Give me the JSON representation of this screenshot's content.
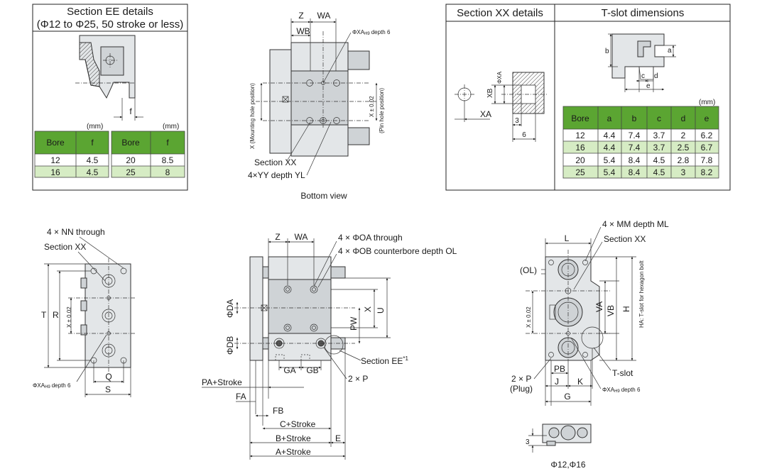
{
  "section_ee": {
    "title_line1": "Section EE details",
    "title_line2": "(Φ12 to Φ25, 50 stroke or less)",
    "dim_f": "f",
    "unit_left": "(mm)",
    "unit_right": "(mm)",
    "headers": [
      "Bore",
      "f"
    ],
    "rows_left": [
      [
        "12",
        "4.5"
      ],
      [
        "16",
        "4.5"
      ]
    ],
    "rows_right": [
      [
        "20",
        "8.5"
      ],
      [
        "25",
        "8"
      ]
    ]
  },
  "bottom_view": {
    "caption": "Bottom view",
    "dim_z": "Z",
    "dim_wa": "WA",
    "dim_wb": "WB",
    "xa_label": "ΦXA",
    "xa_tol": "H9",
    "xa_depth": "depth 6",
    "x_mount": "X (Mounting hole position)",
    "x_pin": "X ± 0.02",
    "x_pin2": "(Pin hole position)",
    "section_xx": "Section XX",
    "yy_label": "4×YY depth YL"
  },
  "section_xx_details": {
    "title": "Section XX details",
    "dim_xb": "XB",
    "dim_xa": "XA",
    "dim_xa_phi": "ΦXA",
    "dim_3": "3",
    "dim_6": "6"
  },
  "tslot": {
    "title": "T-slot dimensions",
    "dim_a": "a",
    "dim_b": "b",
    "dim_c": "c",
    "dim_d": "d",
    "dim_e": "e",
    "unit": "(mm)",
    "headers": [
      "Bore",
      "a",
      "b",
      "c",
      "d",
      "e"
    ],
    "rows": [
      [
        "12",
        "4.4",
        "7.4",
        "3.7",
        "2",
        "6.2"
      ],
      [
        "16",
        "4.4",
        "7.4",
        "3.7",
        "2.5",
        "6.7"
      ],
      [
        "20",
        "5.4",
        "8.4",
        "4.5",
        "2.8",
        "7.8"
      ],
      [
        "25",
        "5.4",
        "8.4",
        "4.5",
        "3",
        "8.2"
      ]
    ]
  },
  "left_view": {
    "nn": "4 × NN through",
    "section_xx": "Section XX",
    "dim_t": "T",
    "dim_r": "R",
    "dim_x": "X ± 0.02",
    "dim_q": "Q",
    "dim_s": "S",
    "xa_label": "ΦXA",
    "xa_tol": "H9",
    "xa_depth": "depth 6"
  },
  "front_view": {
    "dim_z": "Z",
    "dim_wa": "WA",
    "oa": "4 × ΦOA through",
    "ob": "4 × ΦOB counterbore depth OL",
    "dim_da": "ΦDA",
    "dim_db": "ΦDB",
    "dim_x": "X",
    "dim_u": "U",
    "dim_pw": "PW",
    "section_ee": "Section EE",
    "section_ee_note": "*1",
    "dim_ga": "GA",
    "dim_gb": "GB",
    "dim_p": "2 × P",
    "pa": "PA+Stroke",
    "fa": "FA",
    "fb": "FB",
    "c": "C+Stroke",
    "b": "B+Stroke",
    "e": "E",
    "a": "A+Stroke"
  },
  "right_view": {
    "mm": "4 × MM depth ML",
    "dim_l": "L",
    "section_xx": "Section XX",
    "ol": "(OL)",
    "dim_x": "X ± 0.02",
    "dim_va": "VA",
    "dim_vb": "VB",
    "dim_h": "H",
    "ha": "HA: T-slot for hexagon bolt",
    "tslot": "T-slot",
    "p": "2 × P",
    "plug": "(Plug)",
    "dim_pb": "PB",
    "dim_j": "J",
    "dim_k": "K",
    "dim_g": "G",
    "xa_label": "ΦXA",
    "xa_tol": "H9",
    "xa_depth": "depth 6",
    "dim_3": "3",
    "bore_caption": "Φ12,Φ16"
  }
}
